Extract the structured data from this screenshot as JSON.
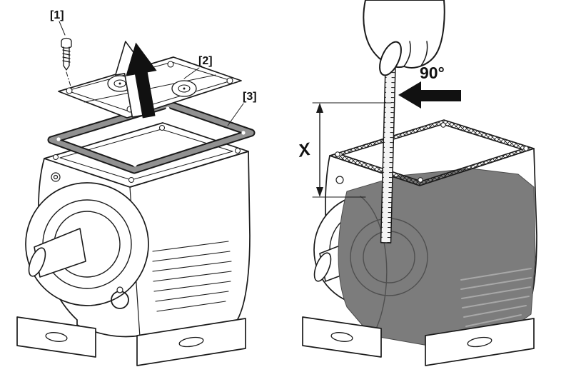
{
  "diagram": {
    "left": {
      "label_screw": "[1]",
      "label_cover": "[2]",
      "label_gasket": "[3]"
    },
    "right": {
      "angle": "90°",
      "dimension": "X"
    },
    "colors": {
      "line": "#1a1a1a",
      "gasket_gray": "#919191",
      "mass_gray": "#7c7c7c",
      "background": "#ffffff"
    }
  }
}
